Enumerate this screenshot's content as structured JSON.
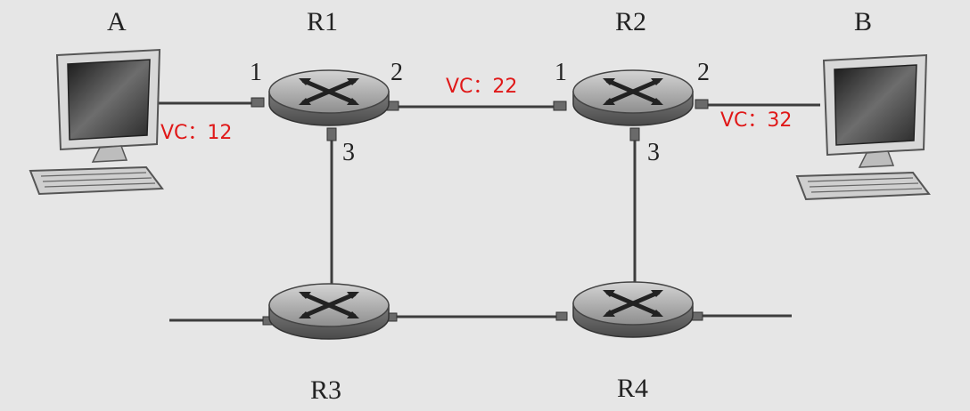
{
  "hosts": {
    "a": {
      "label": "A"
    },
    "b": {
      "label": "B"
    }
  },
  "routers": {
    "r1": {
      "label": "R1",
      "ports": {
        "p1": "1",
        "p2": "2",
        "p3": "3"
      }
    },
    "r2": {
      "label": "R2",
      "ports": {
        "p1": "1",
        "p2": "2",
        "p3": "3"
      }
    },
    "r3": {
      "label": "R3"
    },
    "r4": {
      "label": "R4"
    }
  },
  "vc_labels": {
    "a_r1": "VC：12",
    "r1_r2": "VC：22",
    "r2_b": "VC：32"
  },
  "colors": {
    "background": "#e6e6e6",
    "vc_text": "#e01818",
    "router_body": "#9a9a9a",
    "link": "#3d3d3d"
  }
}
